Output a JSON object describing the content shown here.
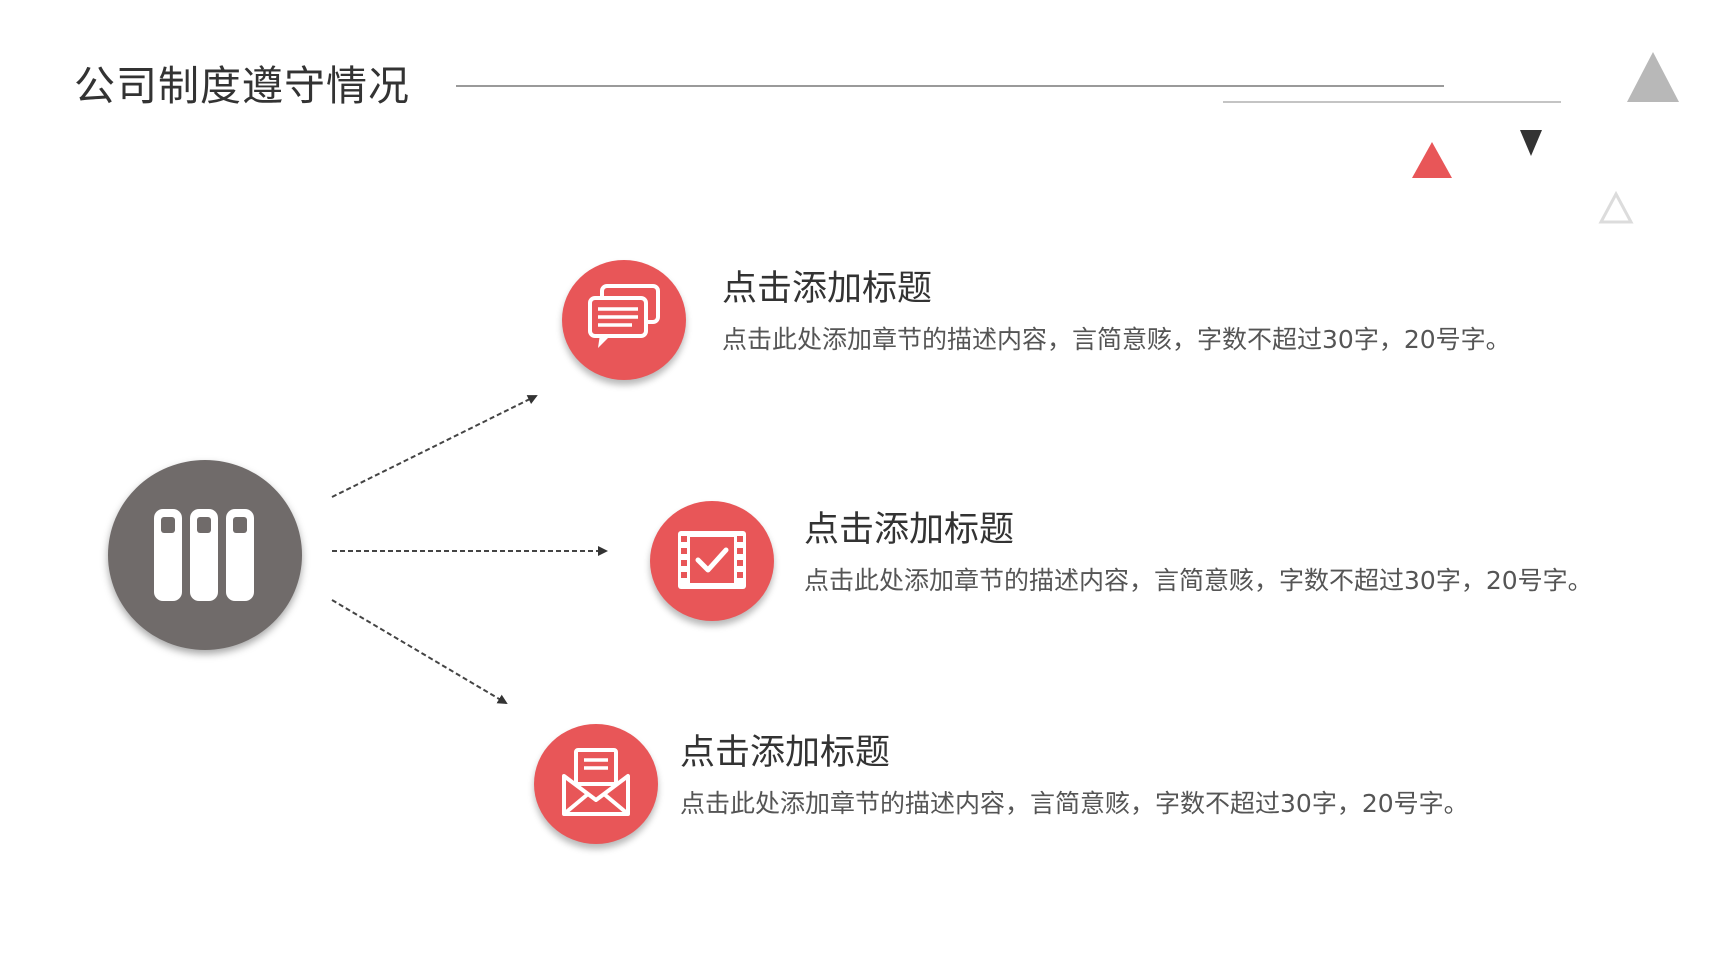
{
  "title": "公司制度遵守情况",
  "colors": {
    "accent": "#e85658",
    "hub": "#706b6a",
    "text": "#333333",
    "muted": "#555555",
    "rule": "#b5b5b5"
  },
  "hub": {
    "icon": "folders-icon"
  },
  "items": [
    {
      "icon": "chat-bubbles-icon",
      "title": "点击添加标题",
      "desc": "点击此处添加章节的描述内容，言简意赅，字数不超过30字，20号字。"
    },
    {
      "icon": "film-check-icon",
      "title": "点击添加标题",
      "desc": "点击此处添加章节的描述内容，言简意赅，字数不超过30字，20号字。"
    },
    {
      "icon": "envelope-icon",
      "title": "点击添加标题",
      "desc": "点击此处添加章节的描述内容，言简意赅，字数不超过30字，20号字。"
    }
  ]
}
